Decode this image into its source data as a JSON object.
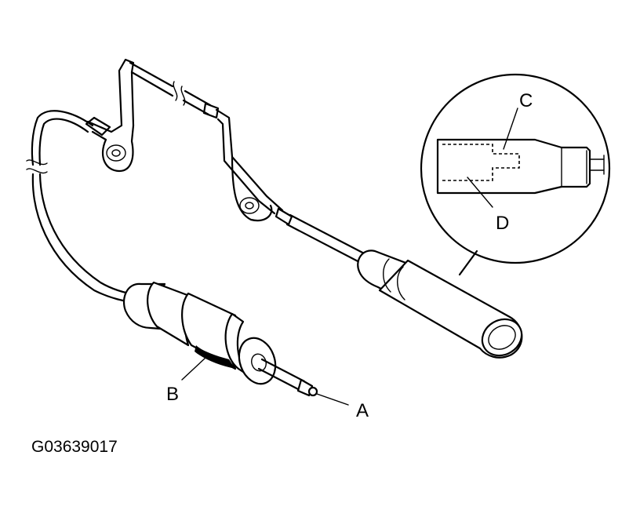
{
  "labels": {
    "a": "A",
    "b": "B",
    "c": "C",
    "d": "D"
  },
  "figure_code": "G03639017"
}
